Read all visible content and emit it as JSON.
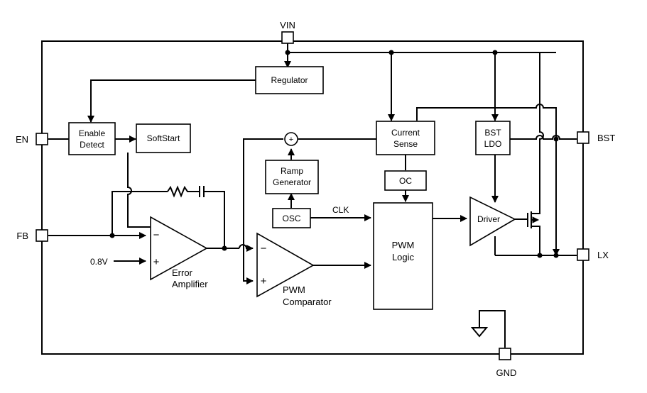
{
  "pins": {
    "vin": "VIN",
    "en": "EN",
    "fb": "FB",
    "bst": "BST",
    "lx": "LX",
    "gnd": "GND"
  },
  "blocks": {
    "regulator": "Regulator",
    "enable_detect": [
      "Enable",
      "Detect"
    ],
    "softstart": "SoftStart",
    "current_sense": [
      "Current",
      "Sense"
    ],
    "bst_ldo": [
      "BST",
      "LDO"
    ],
    "ramp_generator": [
      "Ramp",
      "Generator"
    ],
    "oc": "OC",
    "osc": "OSC",
    "pwm_logic": [
      "PWM",
      "Logic"
    ],
    "driver": "Driver"
  },
  "labels": {
    "ref_voltage": "0.8V",
    "clk": "CLK",
    "error_amplifier": [
      "Error",
      "Amplifier"
    ],
    "pwm_comparator": [
      "PWM",
      "Comparator"
    ],
    "minus": "−",
    "plus": "+"
  }
}
